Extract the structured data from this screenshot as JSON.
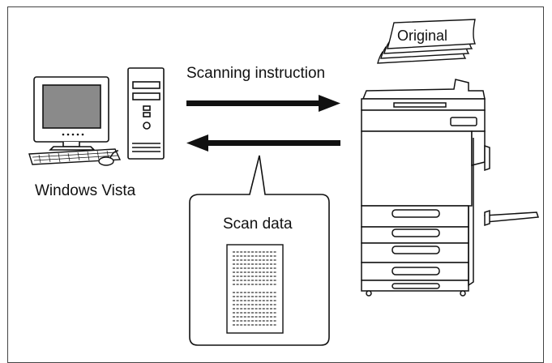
{
  "diagram": {
    "labels": {
      "scan_instruction": "Scanning instruction",
      "computer_os": "Windows Vista",
      "original": "Original",
      "scan_data": "Scan data"
    },
    "colors": {
      "line": "#111111",
      "screen": "#8a8a8a",
      "fill": "#ffffff",
      "frame": "#444444"
    },
    "icons": [
      "computer-monitor-icon",
      "tower-pc-icon",
      "keyboard-icon",
      "mouse-icon",
      "multifunction-printer-icon",
      "original-paper-stack-icon",
      "scanned-document-icon",
      "right-arrow-icon",
      "left-arrow-icon"
    ]
  }
}
